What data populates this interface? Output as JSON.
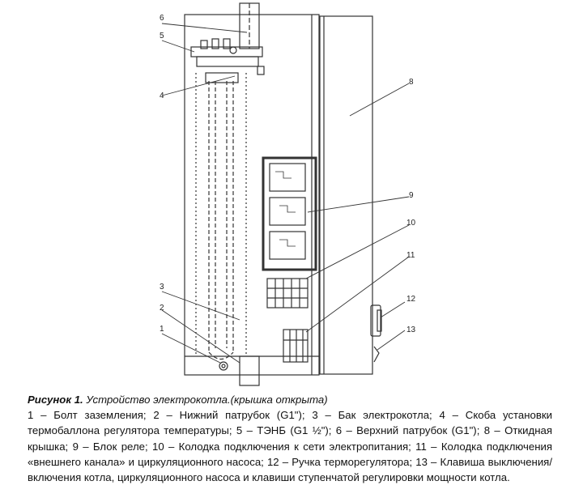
{
  "figure": {
    "callouts": [
      {
        "id": "6",
        "label": "6"
      },
      {
        "id": "5",
        "label": "5"
      },
      {
        "id": "4",
        "label": "4"
      },
      {
        "id": "8",
        "label": "8"
      },
      {
        "id": "9",
        "label": "9"
      },
      {
        "id": "10",
        "label": "10"
      },
      {
        "id": "11",
        "label": "11"
      },
      {
        "id": "3",
        "label": "3"
      },
      {
        "id": "2",
        "label": "2"
      },
      {
        "id": "1",
        "label": "1"
      },
      {
        "id": "12",
        "label": "12"
      },
      {
        "id": "13",
        "label": "13"
      }
    ]
  },
  "caption": {
    "prefix": "Рисунок 1.",
    "title": " Устройство электрокотла.(крышка открыта)",
    "legend": "1 – Болт заземления; 2 – Нижний патрубок (G1\"); 3 – Бак электрокотла; 4 – Скоба установки термобаллона регулятора температуры; 5 – ТЭНБ (G1 ½\"); 6 – Верхний патрубок (G1\"); 8 – Откидная крышка; 9 – Блок реле; 10 – Колодка подключения к сети электропитания; 11 – Колодка подключения «внешнего канала» и циркуляционного насоса; 12 – Ручка терморегулятора; 13 – Клавиша выключения/включения котла, циркуляционного насоса и клавиши  ступенчатой регулировки мощности котла."
  }
}
